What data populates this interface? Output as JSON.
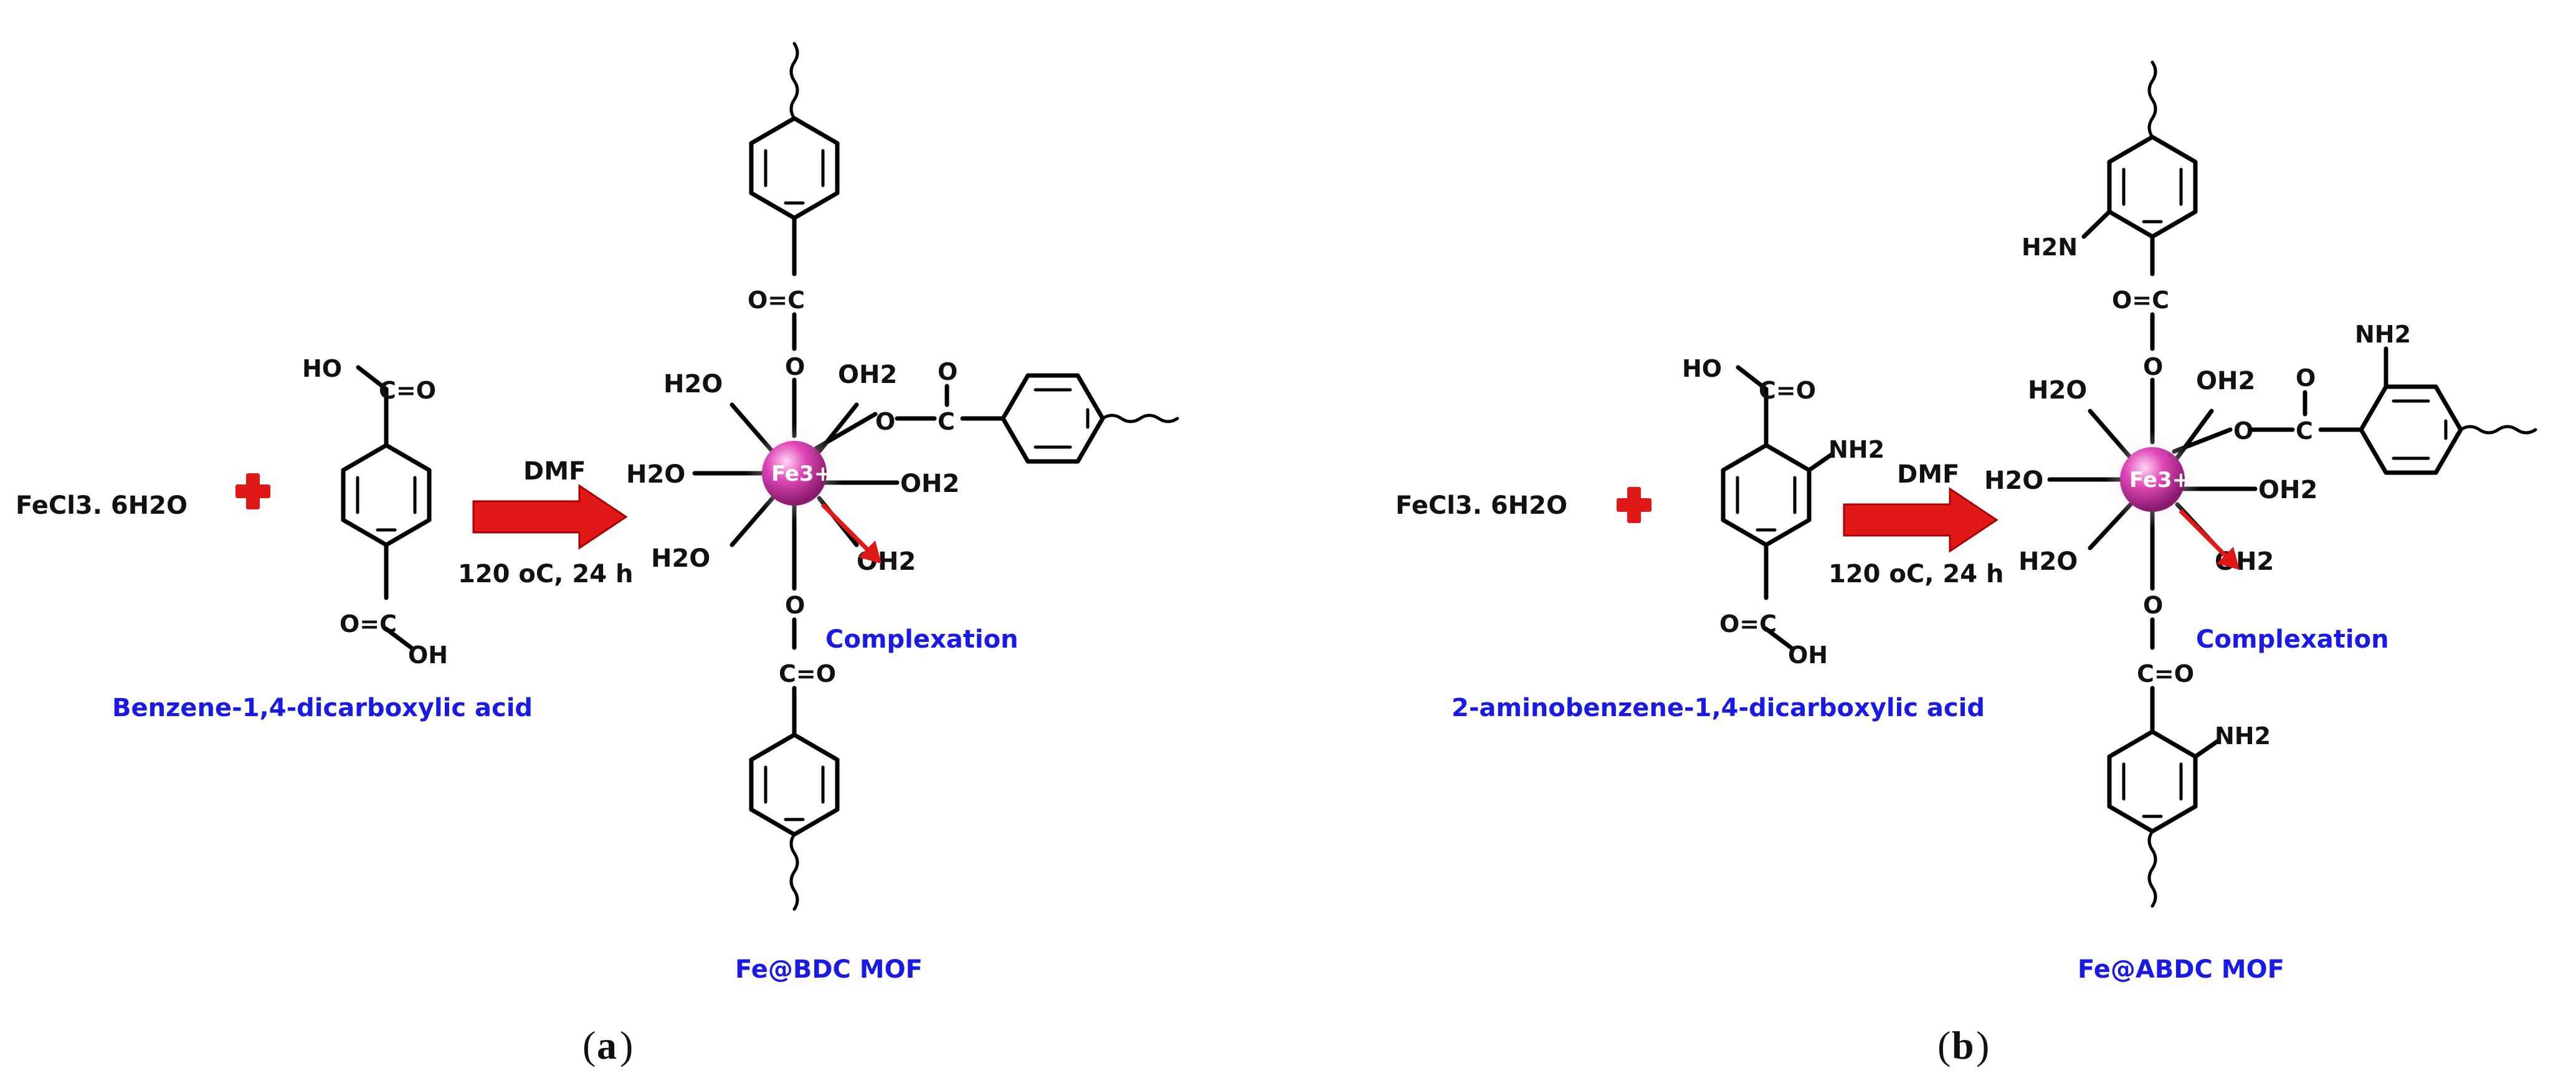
{
  "panel_a": {
    "reagent": "FeCl3. 6H2O",
    "linker_name": "Benzene-1,4-dicarboxylic acid",
    "solvent": "DMF",
    "conditions": "120 oC, 24 h",
    "metal_center": "Fe3+",
    "annotation": "Complexation",
    "product": "Fe@BDC MOF",
    "label": "a"
  },
  "panel_b": {
    "reagent": "FeCl3. 6H2O",
    "linker_name": "2-aminobenzene-1,4-dicarboxylic acid",
    "solvent": "DMF",
    "conditions": "120 oC, 24 h",
    "metal_center": "Fe3+",
    "annotation": "Complexation",
    "product": "Fe@ABDC MOF",
    "label": "b"
  },
  "chem_labels": {
    "ho": "HO",
    "oh": "OH",
    "co": "C=O",
    "oc": "O=C",
    "o": "O",
    "nh2": "NH2",
    "h2n": "H2N",
    "h2o": "H2O",
    "oh2": "OH2"
  },
  "colors": {
    "plus": "#e01818",
    "arrow": "#e01818",
    "metal_sphere": "#d93aa8",
    "text_blue": "#1a1ae6"
  }
}
